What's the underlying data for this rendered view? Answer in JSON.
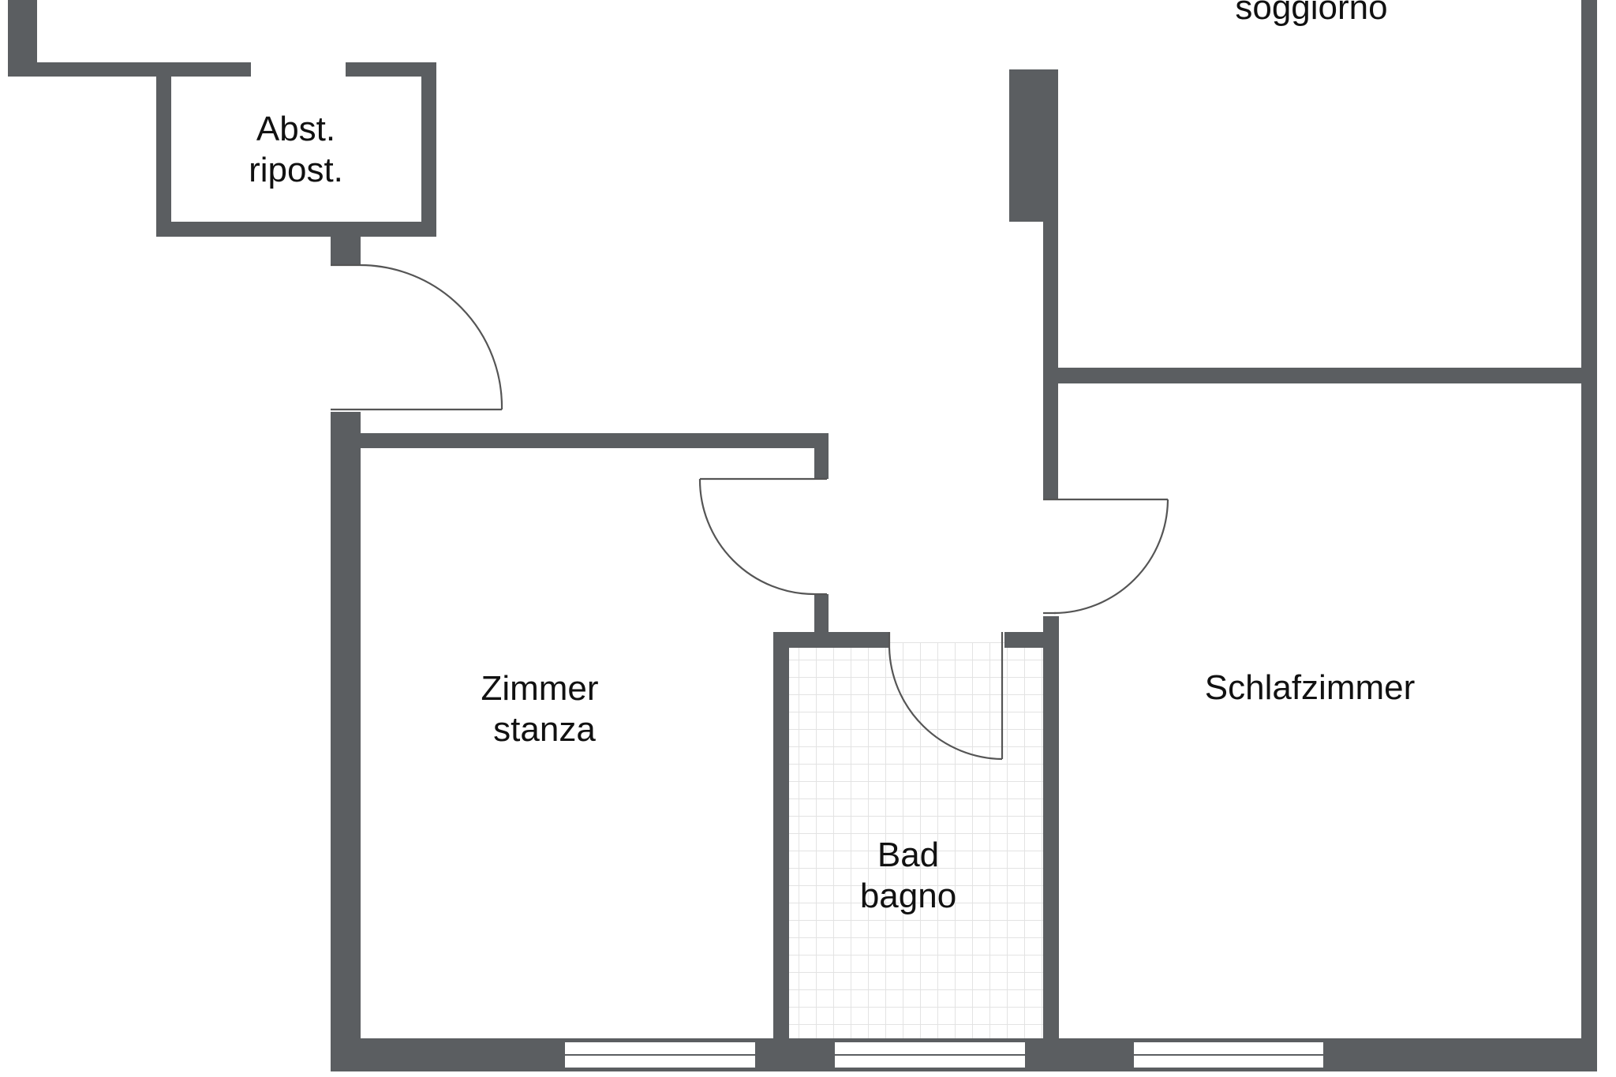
{
  "rooms": {
    "soggiorno": "soggiorno",
    "storage": {
      "line1": "Abst.",
      "line2": "ripost."
    },
    "zimmer": {
      "line1": "Zimmer",
      "line2": "stanza"
    },
    "bad": {
      "line1": "Bad",
      "line2": "bagno"
    },
    "schlafzimmer": "Schlafzimmer"
  },
  "colors": {
    "wall": "#5b5e61",
    "door": "#555555",
    "tile": "#e3e3e3",
    "window": "#ffffff"
  }
}
